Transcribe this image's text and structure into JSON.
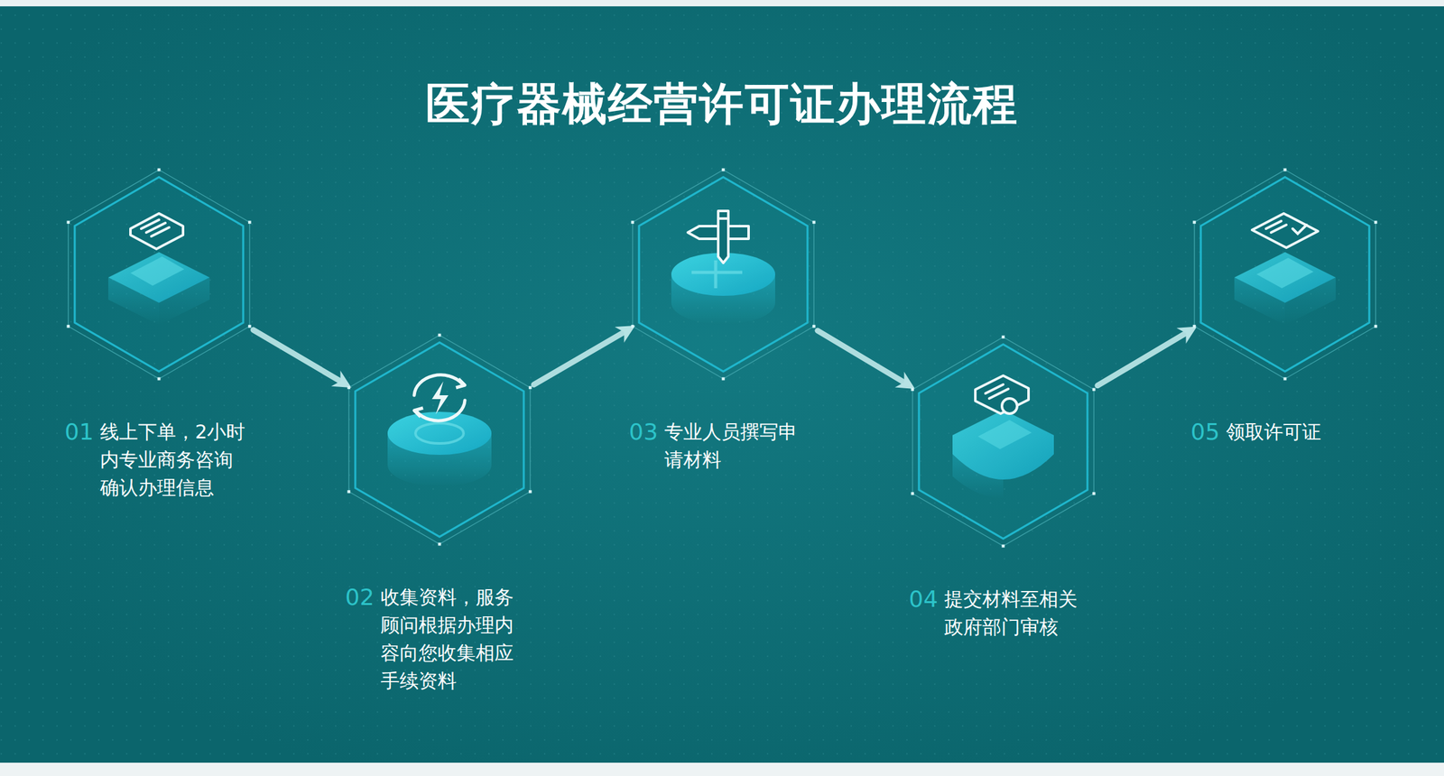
{
  "diagram": {
    "title": "医疗器械经营许可证办理流程",
    "nodes": [
      {
        "text": [
          "01",
          "线上下单，2小时内专业商务咨询确认办理信息"
        ]
      },
      {
        "text": [
          "02",
          "收集资料，服务顾问根据办理内容向您收集相应手续资料"
        ]
      },
      {
        "text": [
          "03",
          "专业人员撰写申请材料"
        ]
      },
      {
        "text": [
          "04",
          "提交材料至相关政府部门审核"
        ]
      },
      {
        "text": [
          "05",
          "领取许可证"
        ]
      }
    ],
    "edges": [
      {
        "from": 0,
        "to": 1,
        "arrow": "to"
      },
      {
        "from": 1,
        "to": 2,
        "arrow": "to"
      },
      {
        "from": 2,
        "to": 3,
        "arrow": "to"
      },
      {
        "from": 3,
        "to": 4,
        "arrow": "to"
      }
    ]
  }
}
